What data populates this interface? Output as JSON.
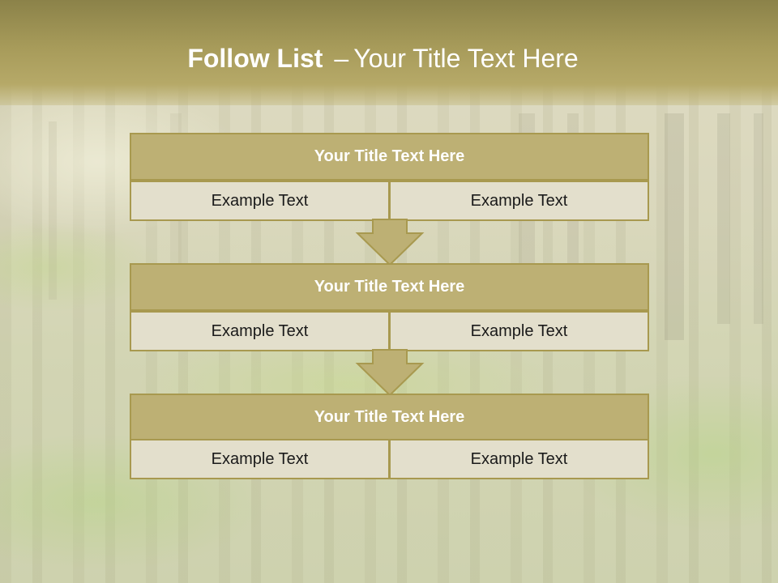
{
  "slide": {
    "title_bold": "Follow List",
    "title_dash": "–",
    "title_rest": "Your Title Text Here"
  },
  "steps": [
    {
      "title": "Your Title Text Here",
      "left": "Example Text",
      "right": "Example Text"
    },
    {
      "title": "Your Title Text Here",
      "left": "Example Text",
      "right": "Example Text"
    },
    {
      "title": "Your Title Text Here",
      "left": "Example Text",
      "right": "Example Text"
    }
  ],
  "colors": {
    "header": "#a79b5a",
    "box_fill": "#bdb074",
    "box_border": "#a8994f",
    "cell_fill": "#e3dfcc"
  },
  "icons": [
    "down-arrow-icon"
  ]
}
